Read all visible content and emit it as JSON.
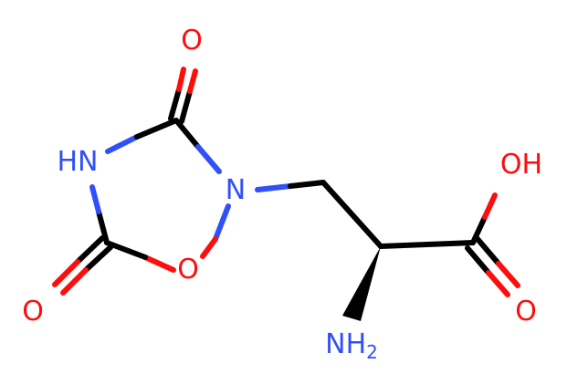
{
  "colors": {
    "carbon_bond": "#000000",
    "nitrogen": "#3050F8",
    "oxygen": "#FF0D0D"
  },
  "atoms": {
    "o_top": "O",
    "nh": "HN",
    "n_ring": "N",
    "o_ring": "O",
    "o_bottom_left": "O",
    "oh": "OH",
    "o_acid": "O",
    "nh2_main": "NH",
    "nh2_sub": "2"
  }
}
